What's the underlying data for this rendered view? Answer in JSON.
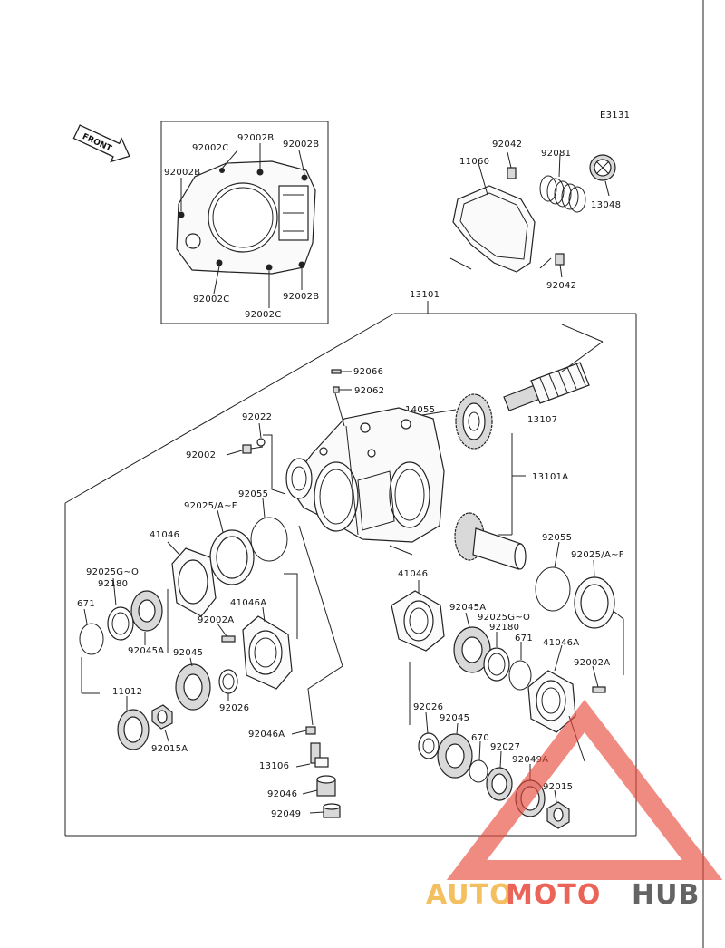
{
  "diagram_code": "E3131",
  "front_label": "FRONT",
  "watermark": {
    "part1": "AUTO",
    "part2": "MOTO",
    "part3": "HUB",
    "color1": "#f2b544",
    "color2": "#e84a3c",
    "color3": "#4a4a4a"
  },
  "labels": {
    "l92002C_a": "92002C",
    "l92002B_a": "92002B",
    "l92002B_b": "92002B",
    "l92002B_c": "92002B",
    "l92002C_b": "92002C",
    "l92002C_c": "92002C",
    "l92002B_d": "92002B",
    "l92042_a": "92042",
    "l11060": "11060",
    "l92081": "92081",
    "l13048": "13048",
    "l92042_b": "92042",
    "l13101": "13101",
    "l92066": "92066",
    "l92062": "92062",
    "l14055": "14055",
    "l13107": "13107",
    "l92022": "92022",
    "l92002": "92002",
    "l13101A": "13101A",
    "l92055_a": "92055",
    "l92025AF_a": "92025/A~F",
    "l41046_a": "41046",
    "l92055_b": "92055",
    "l92025AF_b": "92025/A~F",
    "l92025GO_a": "92025G~O",
    "l92180_a": "92180",
    "l671_a": "671",
    "l92045A_a": "92045A",
    "l41046A_a": "41046A",
    "l92002A_a": "92002A",
    "l92045_a": "92045",
    "l92026_a": "92026",
    "l11012": "11012",
    "l92015A": "92015A",
    "l92046A": "92046A",
    "l13106": "13106",
    "l92046": "92046",
    "l92049": "92049",
    "l41046_b": "41046",
    "l92045A_b": "92045A",
    "l92025GO_b": "92025G~O",
    "l92180_b": "92180",
    "l671_b": "671",
    "l41046A_b": "41046A",
    "l92002A_b": "92002A",
    "l92026_b": "92026",
    "l92045_b": "92045",
    "l670": "670",
    "l92027": "92027",
    "l92049A": "92049A",
    "l92015": "92015"
  }
}
